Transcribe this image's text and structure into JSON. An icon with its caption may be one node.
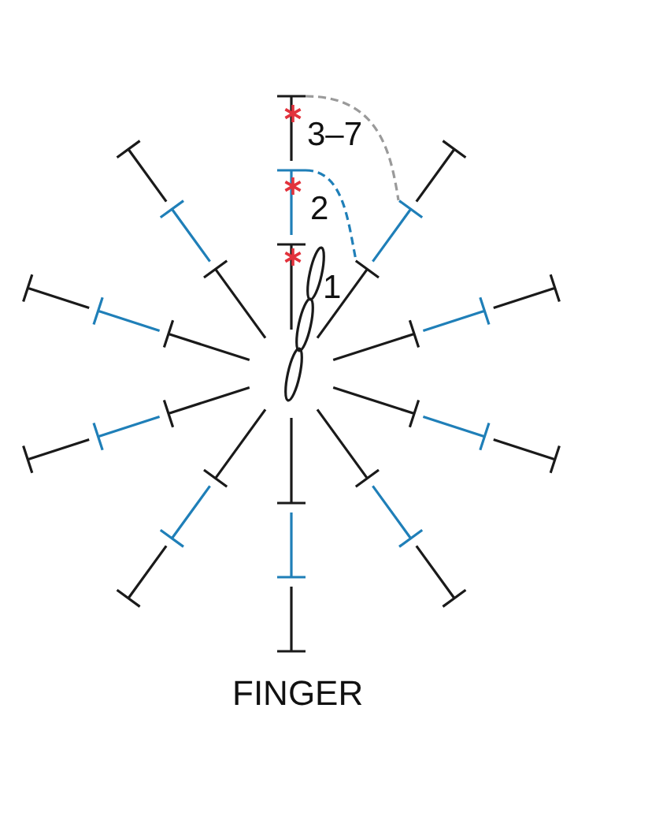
{
  "diagram": {
    "labels": [
      "3–7",
      "2",
      "1",
      "FINGER"
    ]
  }
}
